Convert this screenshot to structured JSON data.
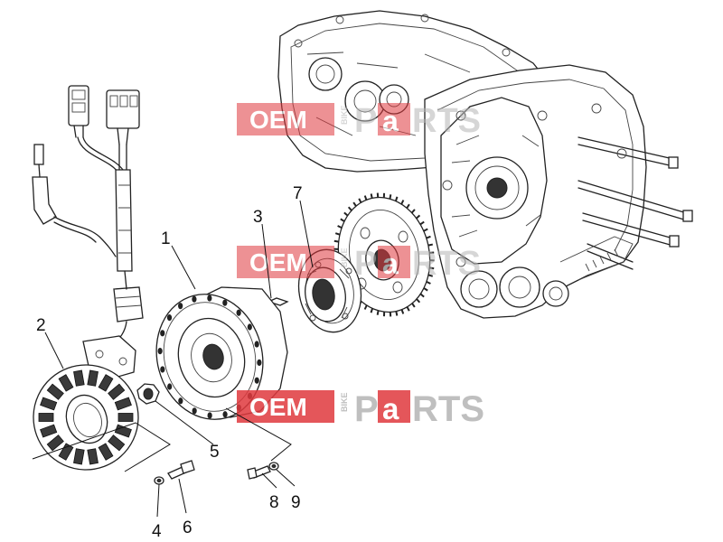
{
  "watermark": {
    "brand_left": "OEM",
    "brand_middle": "BIKE",
    "brand_right_a": "P",
    "brand_right_b": "a",
    "brand_right_c": "RTS",
    "color_red": "#e0393e",
    "color_grey": "#b5b5b5"
  },
  "callouts": [
    {
      "id": "1",
      "label": "1"
    },
    {
      "id": "2",
      "label": "2"
    },
    {
      "id": "3",
      "label": "3"
    },
    {
      "id": "4",
      "label": "4"
    },
    {
      "id": "5",
      "label": "5"
    },
    {
      "id": "6",
      "label": "6"
    },
    {
      "id": "7",
      "label": "7"
    },
    {
      "id": "8",
      "label": "8"
    },
    {
      "id": "9",
      "label": "9"
    }
  ]
}
